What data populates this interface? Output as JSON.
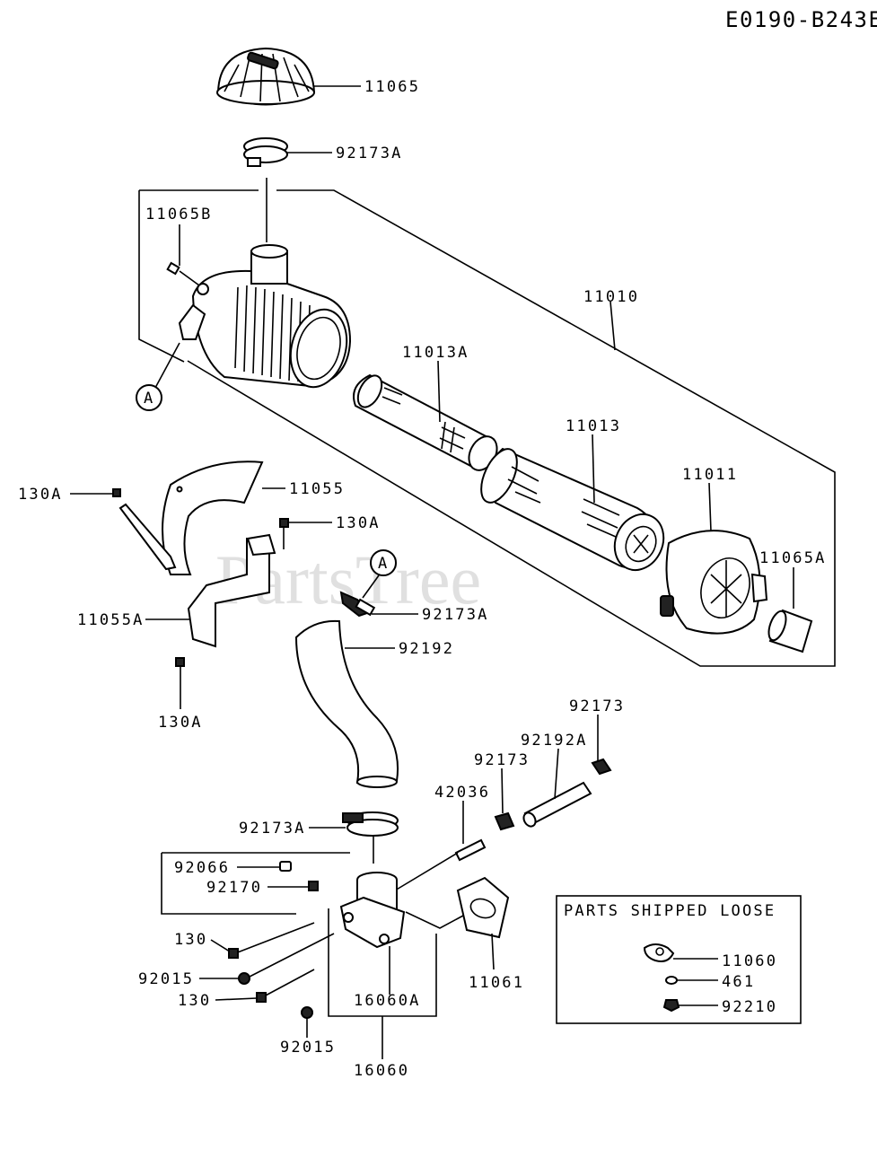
{
  "diagram_code": "E0190-B243E",
  "watermark": "PartsTree",
  "callout_marker": "A",
  "loose_box_title": "PARTS SHIPPED LOOSE",
  "labels": {
    "p11065": "11065",
    "p92173A_top": "92173A",
    "p11065B": "11065B",
    "p11010": "11010",
    "p11013A": "11013A",
    "p11013": "11013",
    "p11011": "11011",
    "p11065A": "11065A",
    "p130A_a": "130A",
    "p11055": "11055",
    "p130A_b": "130A",
    "p11055A": "11055A",
    "p130A_c": "130A",
    "p92173A_mid": "92173A",
    "p92192": "92192",
    "p92173_a": "92173",
    "p92192A": "92192A",
    "p92173_b": "92173",
    "p42036": "42036",
    "p92173A_low": "92173A",
    "p92066": "92066",
    "p92170": "92170",
    "p130_a": "130",
    "p92015_a": "92015",
    "p130_b": "130",
    "p92015_b": "92015",
    "p16060A": "16060A",
    "p16060": "16060",
    "p11061": "11061",
    "p11060": "11060",
    "p461": "461",
    "p92210": "92210"
  }
}
